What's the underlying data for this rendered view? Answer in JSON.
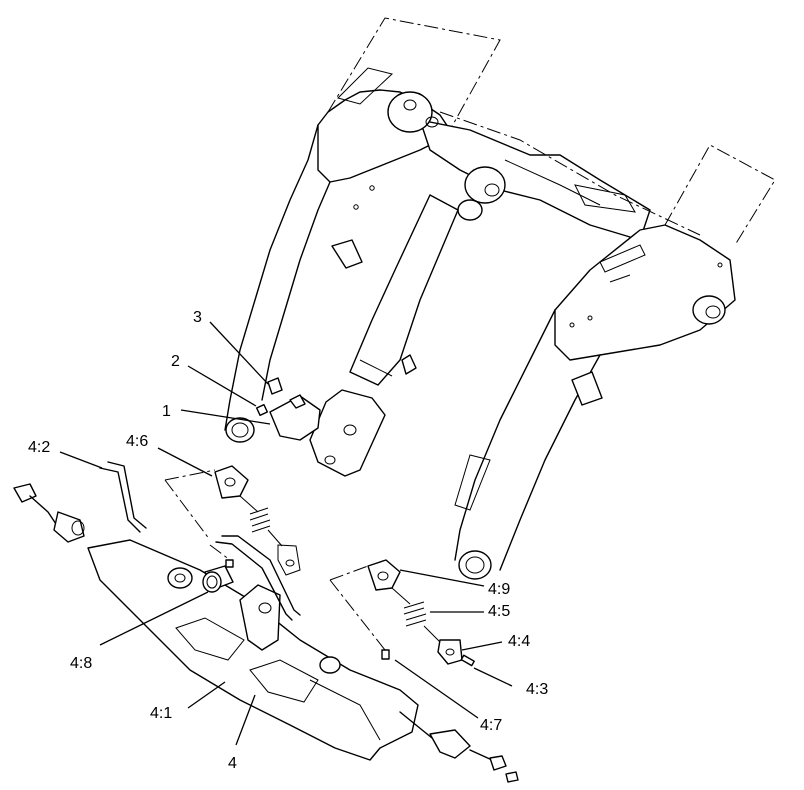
{
  "callouts": {
    "c1": "1",
    "c2": "2",
    "c3": "3",
    "c4": "4",
    "c4_1": "4:1",
    "c4_2": "4:2",
    "c4_3": "4:3",
    "c4_4": "4:4",
    "c4_5": "4:5",
    "c4_6": "4:6",
    "c4_7": "4:7",
    "c4_8": "4:8",
    "c4_9": "4:9"
  }
}
